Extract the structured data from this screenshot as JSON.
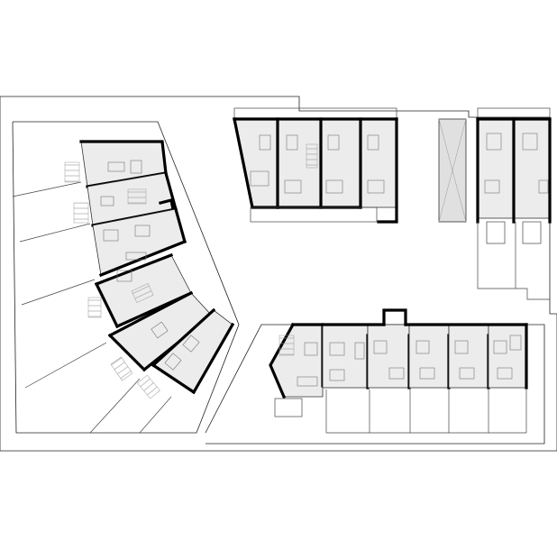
{
  "drawing": {
    "kind": "site-plan",
    "style": "monochrome line drawing",
    "colors": {
      "line": "#000000",
      "interior": "#ececec",
      "background": "#ffffff"
    },
    "groups": [
      {
        "id": "curved-row",
        "units": 6
      },
      {
        "id": "top-row",
        "units": 4
      },
      {
        "id": "right-pair",
        "units": 2
      },
      {
        "id": "bottom-row",
        "units": 6
      }
    ]
  }
}
